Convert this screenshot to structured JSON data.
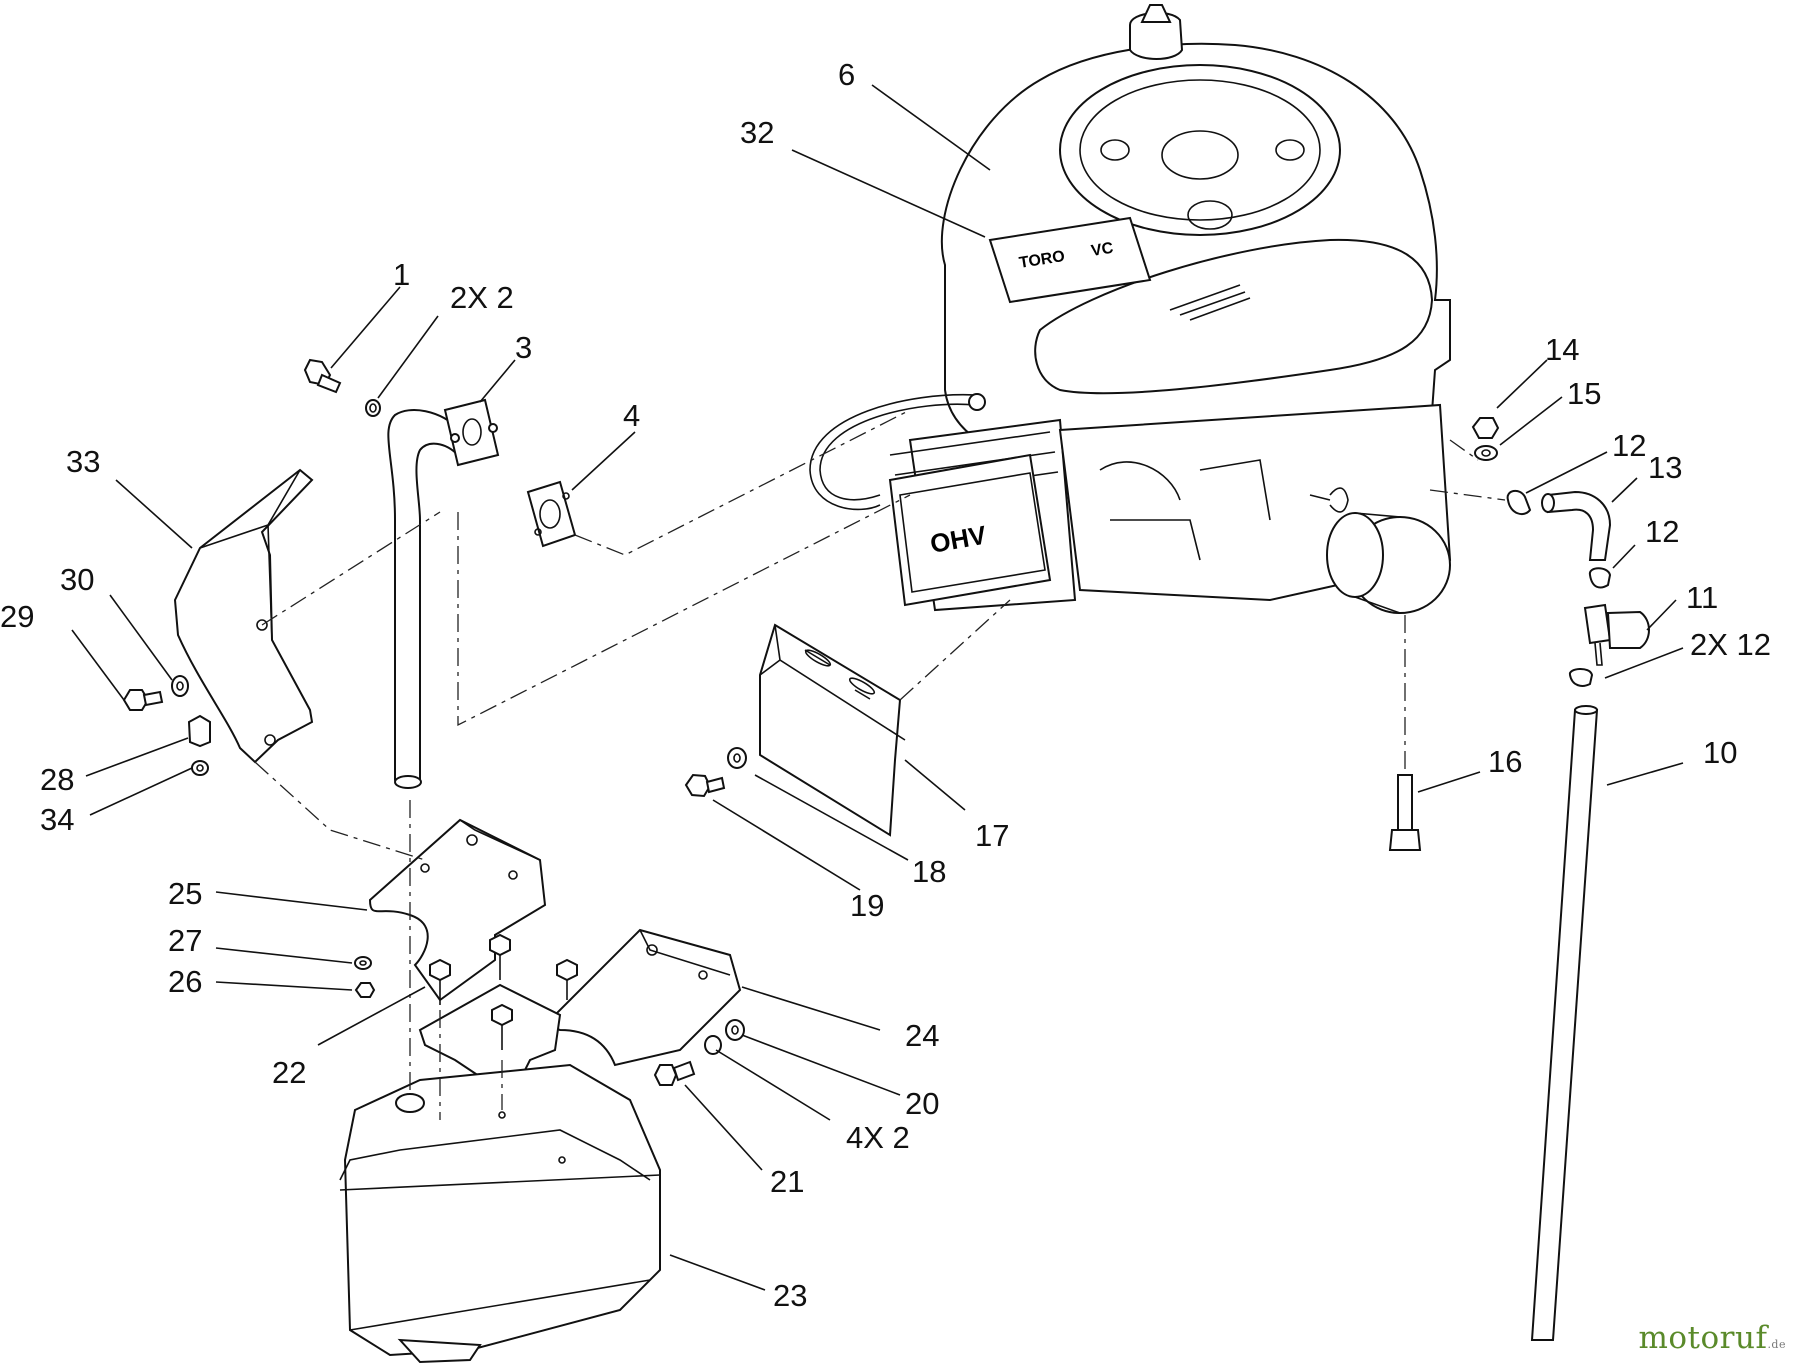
{
  "diagram": {
    "callouts": [
      {
        "id": "c1",
        "text": "1"
      },
      {
        "id": "c2",
        "text": "2X 2"
      },
      {
        "id": "c3",
        "text": "3"
      },
      {
        "id": "c4",
        "text": "4"
      },
      {
        "id": "c6",
        "text": "6"
      },
      {
        "id": "c32",
        "text": "32"
      },
      {
        "id": "c33",
        "text": "33"
      },
      {
        "id": "c30",
        "text": "30"
      },
      {
        "id": "c29",
        "text": "29"
      },
      {
        "id": "c28",
        "text": "28"
      },
      {
        "id": "c34",
        "text": "34"
      },
      {
        "id": "c25",
        "text": "25"
      },
      {
        "id": "c27",
        "text": "27"
      },
      {
        "id": "c26",
        "text": "26"
      },
      {
        "id": "c22",
        "text": "22"
      },
      {
        "id": "c24",
        "text": "24"
      },
      {
        "id": "c20",
        "text": "20"
      },
      {
        "id": "c4x2",
        "text": "4X 2"
      },
      {
        "id": "c21",
        "text": "21"
      },
      {
        "id": "c23",
        "text": "23"
      },
      {
        "id": "c17",
        "text": "17"
      },
      {
        "id": "c18",
        "text": "18"
      },
      {
        "id": "c19",
        "text": "19"
      },
      {
        "id": "c16",
        "text": "16"
      },
      {
        "id": "c14",
        "text": "14"
      },
      {
        "id": "c15",
        "text": "15"
      },
      {
        "id": "c12a",
        "text": "12"
      },
      {
        "id": "c13",
        "text": "13"
      },
      {
        "id": "c12b",
        "text": "12"
      },
      {
        "id": "c11",
        "text": "11"
      },
      {
        "id": "c2x12",
        "text": "2X 12"
      },
      {
        "id": "c10",
        "text": "10"
      }
    ],
    "engine_labels": {
      "brand": "TORO",
      "model": "VC",
      "valve_cover": "OHV"
    }
  },
  "watermark": {
    "text": "motoruf",
    "suffix": ".de"
  }
}
